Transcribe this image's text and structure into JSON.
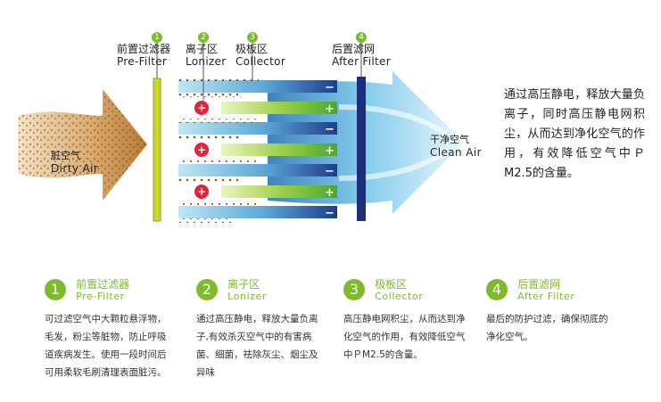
{
  "stages": [
    {
      "num": "1",
      "zh": "前置过滤器",
      "en": "Pre-Filter"
    },
    {
      "num": "2",
      "zh": "离子区",
      "en": "Lonizer"
    },
    {
      "num": "3",
      "zh": "极板区",
      "en": "Collector"
    },
    {
      "num": "4",
      "zh": "后置滤网",
      "en": "After Filter"
    }
  ],
  "inlet": {
    "zh": "脏空气",
    "en": "Dirty Air"
  },
  "outlet": {
    "zh": "干净空气",
    "en": "Clean Air"
  },
  "plate_signs": {
    "positive": "+",
    "negative": "−"
  },
  "description": "通过高压静电，释放大量负离子，同时高压静电网积尘，从而达到净化空气的作用，有效降低空气中ＰM2.5的含量。",
  "columns": [
    {
      "num": "1",
      "zh": "前置过滤器",
      "en": "Pre-Filter",
      "body": "可过滤空气中大颗粒悬浮物，毛发，粉尘等脏物，防止呼吸道疾病发生。使用一段时间后可用柔软毛刷清理表面脏污。"
    },
    {
      "num": "2",
      "zh": "离子区",
      "en": "Lonizer",
      "body": "通过高压静电，释放大量负离子,有效杀灭空气中的有害病菌、细菌，祛除灰尘、烟尘及异味"
    },
    {
      "num": "3",
      "zh": "极板区",
      "en": "Collector",
      "body": "高压静电网积尘，从而达到净化空气的作用，有效降低空气中ＰM2.5的含量。"
    },
    {
      "num": "4",
      "zh": "后置滤网",
      "en": "After Filter",
      "body": "最后的防护过滤，确保彻底的净化空气。"
    }
  ],
  "colors": {
    "accent_green": "#7dbb2a",
    "pre_filter": "#c8d62e",
    "after_filter": "#1c2f7a",
    "ion_red": "#e4233b",
    "plate_blue": "#1f3c8e",
    "plate_green": "#5cb82e"
  }
}
